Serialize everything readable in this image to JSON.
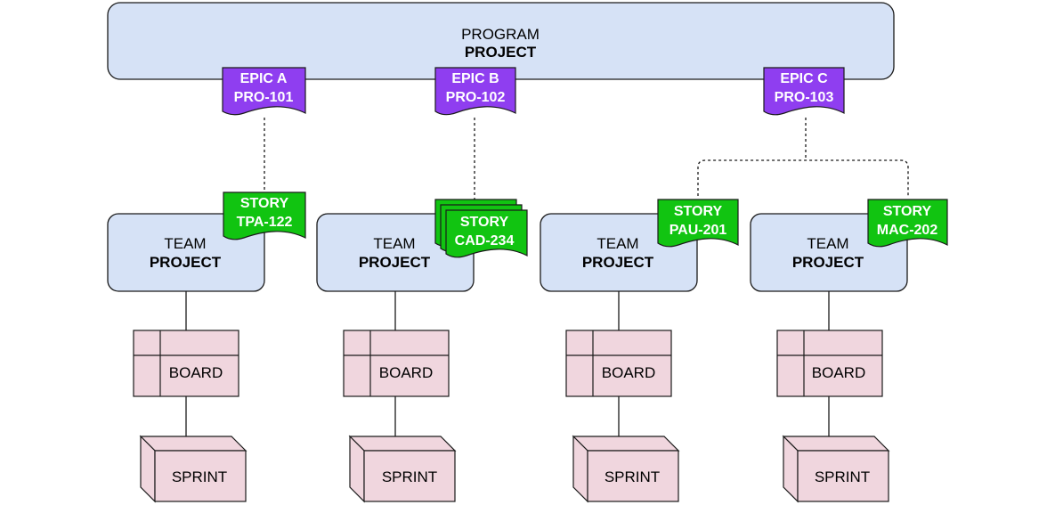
{
  "program": {
    "line1": "PROGRAM",
    "line2": "PROJECT"
  },
  "epics": [
    {
      "line1": "EPIC A",
      "line2": "PRO-101"
    },
    {
      "line1": "EPIC B",
      "line2": "PRO-102"
    },
    {
      "line1": "EPIC C",
      "line2": "PRO-103"
    }
  ],
  "teams": [
    {
      "line1": "TEAM",
      "line2": "PROJECT",
      "story_line1": "STORY",
      "story_line2": "TPA-122",
      "board": "BOARD",
      "sprint": "SPRINT"
    },
    {
      "line1": "TEAM",
      "line2": "PROJECT",
      "story_line1": "STORY",
      "story_line2": "CAD-234",
      "board": "BOARD",
      "sprint": "SPRINT"
    },
    {
      "line1": "TEAM",
      "line2": "PROJECT",
      "story_line1": "STORY",
      "story_line2": "PAU-201",
      "board": "BOARD",
      "sprint": "SPRINT"
    },
    {
      "line1": "TEAM",
      "line2": "PROJECT",
      "story_line1": "STORY",
      "story_line2": "MAC-202",
      "board": "BOARD",
      "sprint": "SPRINT"
    }
  ],
  "colors": {
    "project_fill": "#d6e2f6",
    "epic_fill": "#8f3ef0",
    "story_fill": "#11c411",
    "board_fill": "#f0d6de",
    "stroke": "#1a1a1a"
  }
}
